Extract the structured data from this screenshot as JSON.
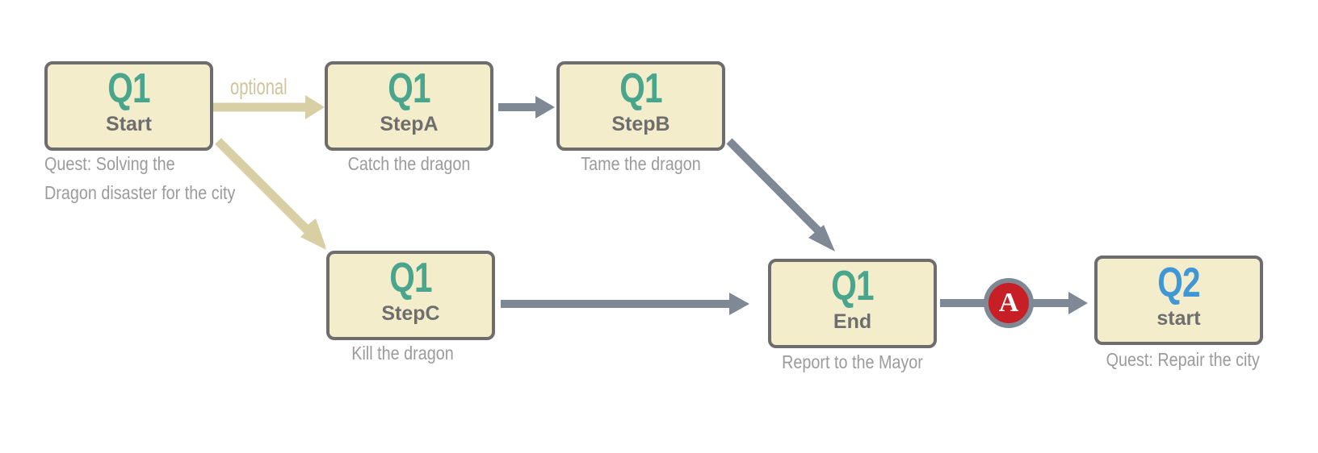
{
  "colors": {
    "node_fill": "#f4edcb",
    "node_border": "#6d6d6d",
    "q1_color": "#4aa58d",
    "q2_color": "#3f97d6",
    "name_color": "#6e6e6e",
    "caption_color": "#9b9b9b",
    "optional_arrow": "#d8cfa4",
    "main_arrow": "#7f8996",
    "marker_fill": "#c62026"
  },
  "nodes": {
    "q1_start": {
      "quest": "Q1",
      "name": "Start",
      "caption_line1": "Quest: Solving the",
      "caption_line2": "Dragon disaster for the city"
    },
    "q1_stepa": {
      "quest": "Q1",
      "name": "StepA",
      "caption": "Catch the dragon"
    },
    "q1_stepb": {
      "quest": "Q1",
      "name": "StepB",
      "caption": "Tame the dragon"
    },
    "q1_stepc": {
      "quest": "Q1",
      "name": "StepC",
      "caption": "Kill the dragon"
    },
    "q1_end": {
      "quest": "Q1",
      "name": "End",
      "caption": "Report to the Mayor"
    },
    "q2_start": {
      "quest": "Q2",
      "name": "start",
      "caption": "Quest: Repair the city"
    }
  },
  "edges": [
    {
      "from": "q1_start",
      "to": "q1_stepa",
      "style": "optional",
      "label": "optional"
    },
    {
      "from": "q1_start",
      "to": "q1_stepc",
      "style": "optional"
    },
    {
      "from": "q1_stepa",
      "to": "q1_stepb",
      "style": "main"
    },
    {
      "from": "q1_stepb",
      "to": "q1_end",
      "style": "main"
    },
    {
      "from": "q1_stepc",
      "to": "q1_end",
      "style": "main"
    },
    {
      "from": "q1_end",
      "to": "q2_start",
      "style": "main",
      "marker": "A"
    }
  ],
  "labels": {
    "optional": "optional",
    "marker": "A"
  }
}
